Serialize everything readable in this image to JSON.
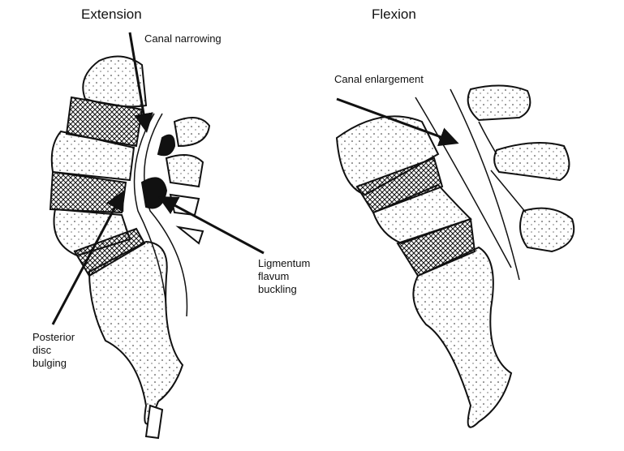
{
  "titles": {
    "extension": "Extension",
    "flexion": "Flexion"
  },
  "labels": {
    "canal_narrowing": "Canal narrowing",
    "canal_enlargement": "Canal enlargement",
    "ligamentum": [
      "Ligmentum",
      "flavum",
      "buckling"
    ],
    "disc": [
      "Posterior",
      "disc",
      "bulging"
    ]
  }
}
